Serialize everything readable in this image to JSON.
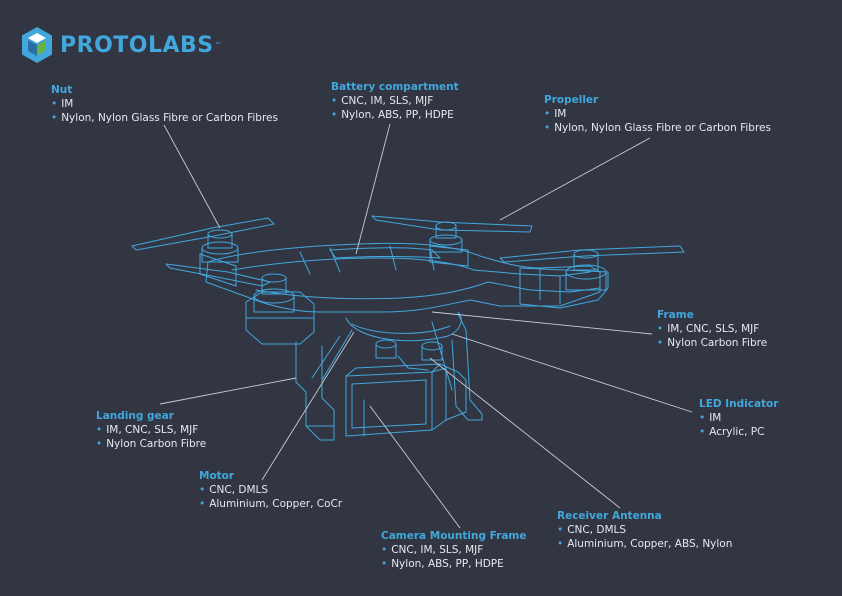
{
  "logo": {
    "text": "PROTOLABS",
    "trademark": "™",
    "colors": {
      "blue": "#41a7dc",
      "dark": "#2b6ea0",
      "green": "#66b344"
    }
  },
  "colors": {
    "background": "#323643",
    "accent": "#41a7dc",
    "text": "#e6e9ee",
    "line": "#c9ccd3"
  },
  "bullet": "•",
  "parts": [
    {
      "id": "nut",
      "title": "Nut",
      "lines": [
        "IM",
        "Nylon, Nylon Glass Fibre or Carbon Fibres"
      ]
    },
    {
      "id": "battery",
      "title": "Battery compartment",
      "lines": [
        "CNC, IM, SLS, MJF",
        "Nylon, ABS, PP, HDPE"
      ]
    },
    {
      "id": "propeller",
      "title": "Propeller",
      "lines": [
        "IM",
        "Nylon, Nylon Glass Fibre or Carbon Fibres"
      ]
    },
    {
      "id": "frame",
      "title": "Frame",
      "lines": [
        "IM, CNC, SLS, MJF",
        "Nylon Carbon Fibre"
      ]
    },
    {
      "id": "led",
      "title": "LED Indicator",
      "lines": [
        "IM",
        "Acrylic, PC"
      ]
    },
    {
      "id": "landing",
      "title": "Landing gear",
      "lines": [
        "IM, CNC, SLS, MJF",
        "Nylon Carbon Fibre"
      ]
    },
    {
      "id": "motor",
      "title": "Motor",
      "lines": [
        "CNC, DMLS",
        "Aluminium, Copper, CoCr"
      ]
    },
    {
      "id": "receiver",
      "title": "Receiver Antenna",
      "lines": [
        "CNC, DMLS",
        "Aluminium, Copper, ABS, Nylon"
      ]
    },
    {
      "id": "camera",
      "title": "Camera Mounting Frame",
      "lines": [
        "CNC, IM, SLS, MJF",
        "Nylon, ABS, PP, HDPE"
      ]
    }
  ]
}
